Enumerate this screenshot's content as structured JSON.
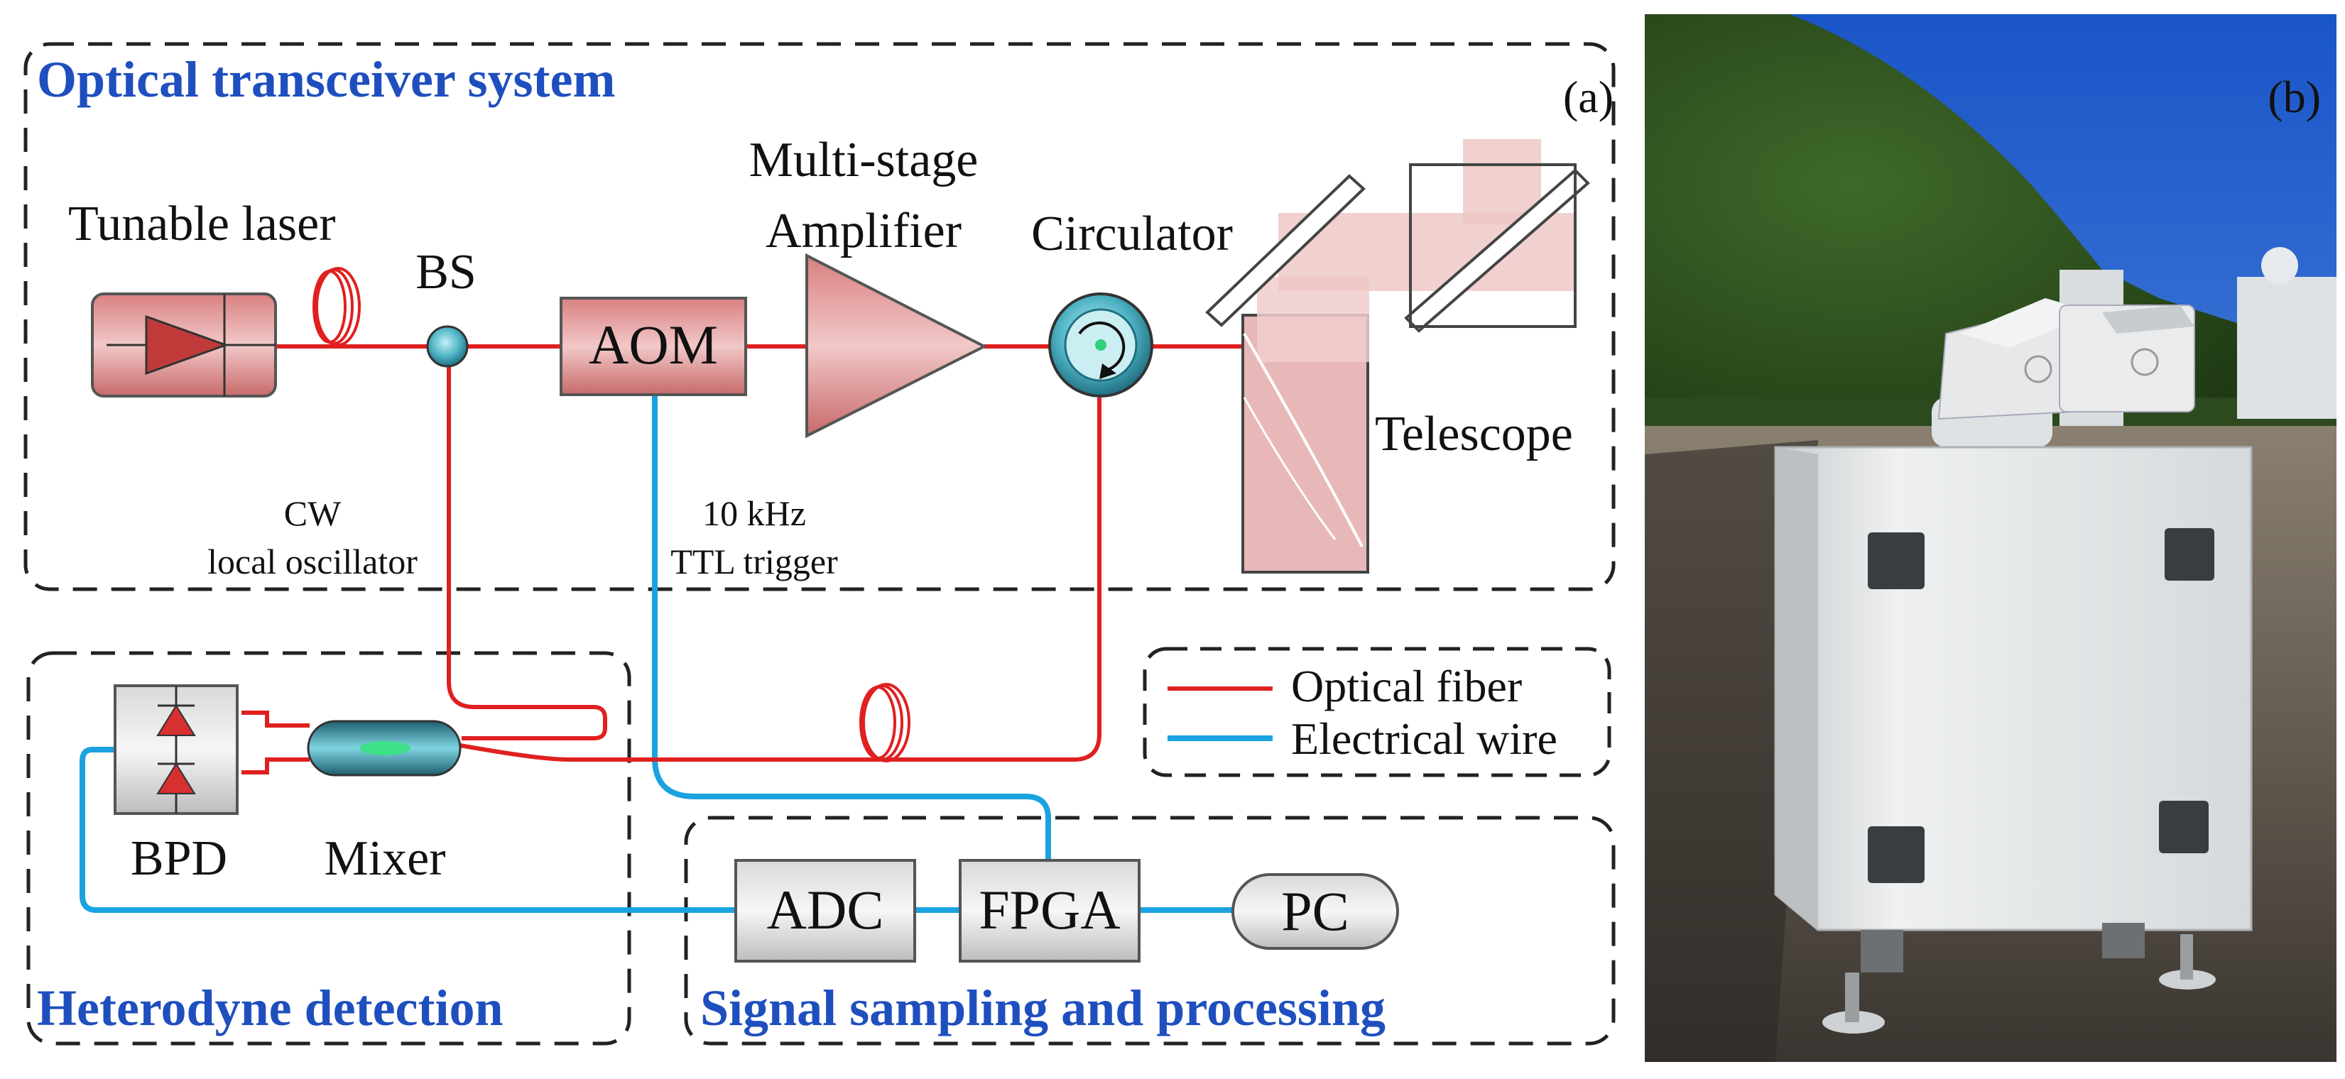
{
  "panel_a": {
    "label": "(a)",
    "sections": {
      "transceiver": "Optical transceiver system",
      "detection": "Heterodyne detection",
      "sampling": "Signal sampling and processing"
    },
    "components": {
      "laser": "Tunable laser",
      "bs": "BS",
      "aom": "AOM",
      "amp_line1": "Multi-stage",
      "amp_line2": "Amplifier",
      "circulator": "Circulator",
      "telescope": "Telescope",
      "bpd": "BPD",
      "mixer": "Mixer",
      "adc": "ADC",
      "fpga": "FPGA",
      "pc": "PC"
    },
    "annotations": {
      "cw_line1": "CW",
      "cw_line2": "local oscillator",
      "trig_line1": "10 kHz",
      "trig_line2": "TTL trigger"
    },
    "legend": {
      "optical": "Optical fiber",
      "electrical": "Electrical wire"
    },
    "colors": {
      "optical_fiber": "#e02020",
      "electrical_wire": "#1aa3e0",
      "section_title": "#1f4fbf"
    }
  },
  "panel_b": {
    "label": "(b)"
  }
}
